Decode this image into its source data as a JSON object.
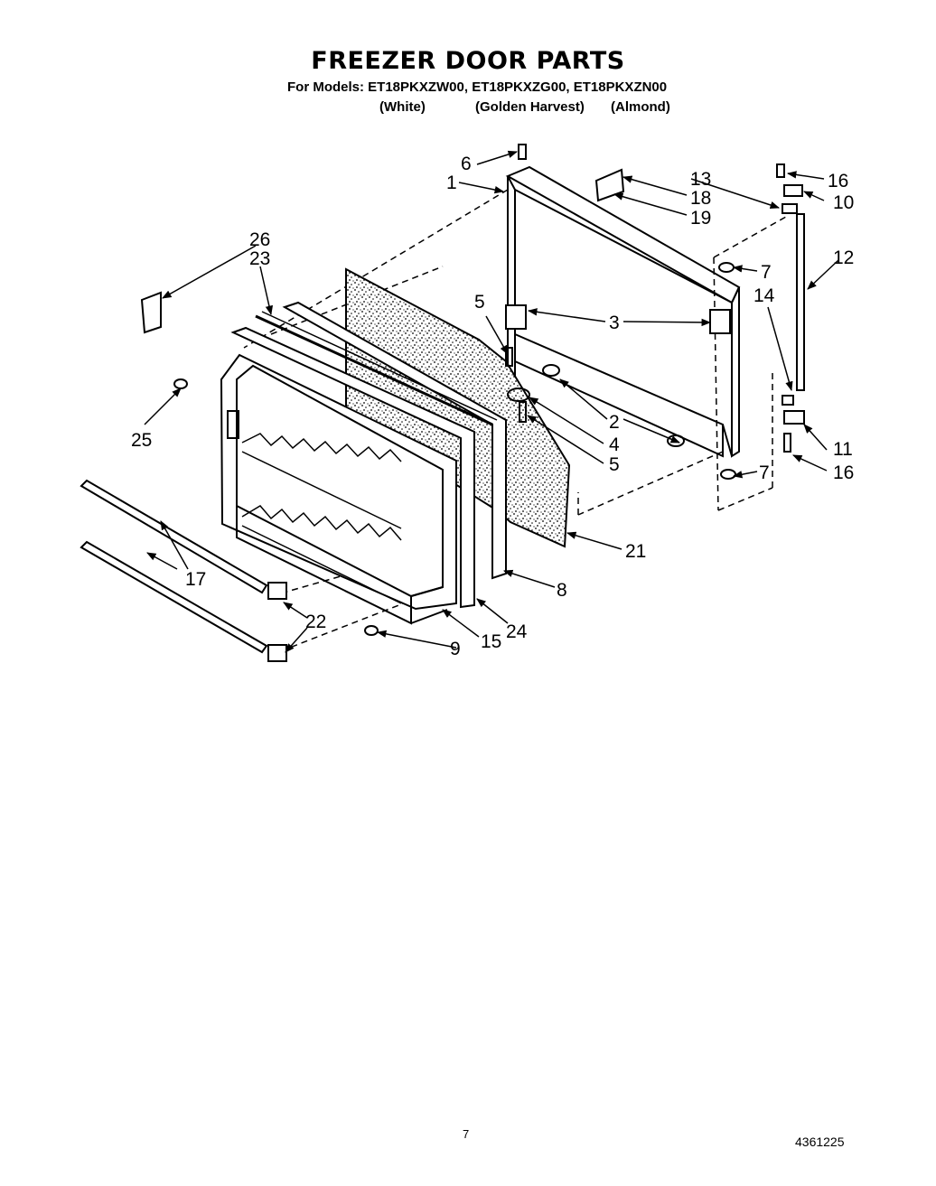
{
  "title": "FREEZER DOOR PARTS",
  "models_line": "For Models: ET18PKXZW00, ET18PKXZG00, ET18PKXZN00",
  "colors": [
    "(White)",
    "(Golden Harvest)",
    "(Almond)"
  ],
  "callouts": [
    "1",
    "2",
    "3",
    "4",
    "5",
    "5",
    "6",
    "7",
    "7",
    "8",
    "9",
    "10",
    "11",
    "12",
    "13",
    "14",
    "15",
    "16",
    "16",
    "17",
    "18",
    "19",
    "21",
    "22",
    "23",
    "24",
    "25",
    "26"
  ],
  "page_number": "7",
  "document_id": "4361225"
}
